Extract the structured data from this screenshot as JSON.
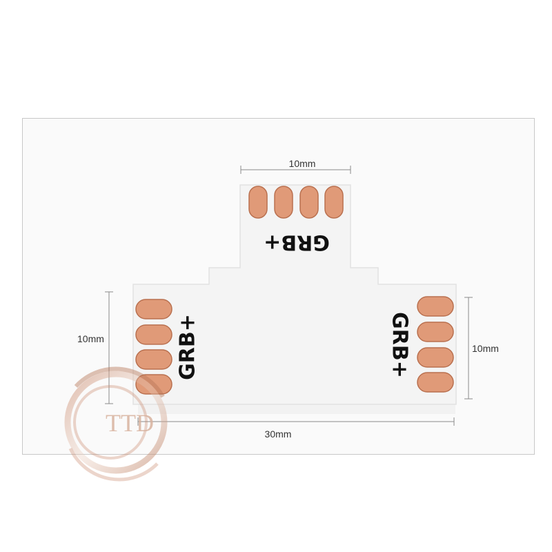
{
  "dimensions": {
    "top_width": "10mm",
    "left_height": "10mm",
    "right_height": "10mm",
    "total_width": "30mm"
  },
  "silkscreen": {
    "top": "GRB+",
    "left": "GRB+",
    "right": "GRB+"
  },
  "watermark": {
    "text": "TTD"
  },
  "colors": {
    "board": "#f4f4f4",
    "pad": "#e09a78",
    "pad_edge": "#b9704f",
    "silk": "#111111",
    "dim_line": "#8a8a8a",
    "watermark": "#d7b19e"
  }
}
